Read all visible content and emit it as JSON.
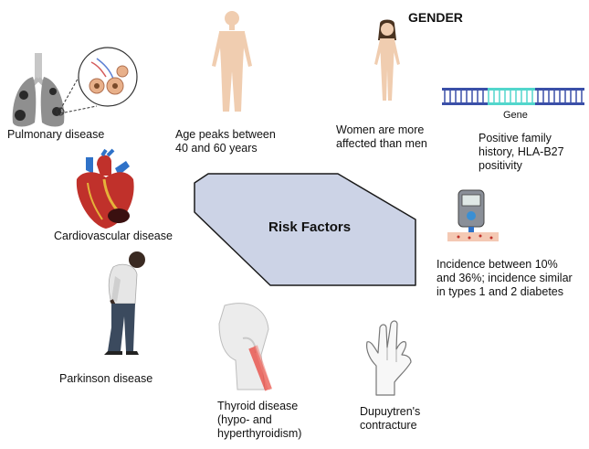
{
  "center": {
    "title": "Risk Factors"
  },
  "factors": {
    "pulmonary": {
      "label": "Pulmonary disease"
    },
    "age": {
      "label_line1": "Age peaks between",
      "label_line2": "40 and 60 years"
    },
    "gender": {
      "heading": "GENDER",
      "label_line1": "Women are more",
      "label_line2": "affected than men"
    },
    "family": {
      "gene_label": "Gene",
      "label_line1": "Positive family",
      "label_line2": "history, HLA-B27",
      "label_line3": "positivity"
    },
    "cardio": {
      "label": "Cardiovascular disease"
    },
    "diabetes": {
      "label_line1": "Incidence between 10%",
      "label_line2": "and 36%; incidence similar",
      "label_line3": "in types 1 and 2 diabetes"
    },
    "parkinson": {
      "label": "Parkinson disease"
    },
    "thyroid": {
      "label_line1": "Thyroid disease",
      "label_line2": "(hypo- and",
      "label_line3": "hyperthyroidism)"
    },
    "dupuytren": {
      "label_line1": "Dupuytren's",
      "label_line2": "contracture"
    }
  },
  "colors": {
    "center_fill": "#ccd3e6",
    "center_stroke": "#1a1a1a",
    "skin": "#f0cdb0",
    "gene_blue": "#3a4fa8",
    "gene_teal": "#52d6cc",
    "heart_red": "#c0312b",
    "vessel_blue": "#2f72c8"
  }
}
